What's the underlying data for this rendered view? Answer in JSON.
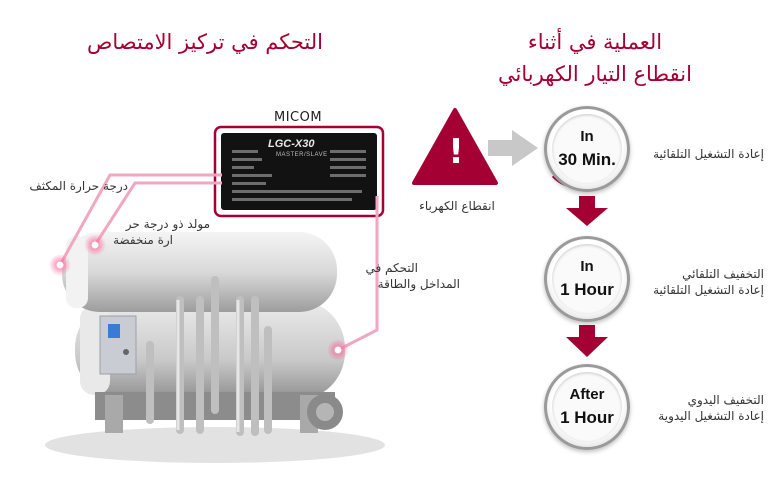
{
  "left_title": "التحكم في تركيز الامتصاص",
  "right_title": {
    "line1": "العملية في أثناء",
    "line2": "انقطاع التيار الكهربائي"
  },
  "micom": {
    "label": "MICOM",
    "screen_brand": "LGC-X30",
    "screen_sub": "MASTER/SLAVE"
  },
  "left_labels": {
    "condenser_temp": "درجة حرارة المكثف",
    "low_temp_generator_line1": "مولد ذو درجة حر",
    "low_temp_generator_line2": "ارة منخفضة",
    "input_control_line1": "التحكم في",
    "input_control_line2": "المداخل والطاقة"
  },
  "power_outage": {
    "label": "انقطاع الكهرباء",
    "symbol": "!"
  },
  "steps": [
    {
      "line1": "In",
      "line2": "30 Min.",
      "desc_line1": "إعادة التشغيل التلقائية",
      "desc_line2": ""
    },
    {
      "line1": "In",
      "line2": "1 Hour",
      "desc_line1": "التخفيف التلقائي",
      "desc_line2": "إعادة التشغيل التلقائية"
    },
    {
      "line1": "After",
      "line2": "1 Hour",
      "desc_line1": "التخفيف اليدوي",
      "desc_line2": "إعادة التشغيل اليدوية"
    }
  ],
  "colors": {
    "accent": "#a50034",
    "arrow_grey": "#c8c8c8",
    "connector_pink": "#f2a6bf"
  }
}
